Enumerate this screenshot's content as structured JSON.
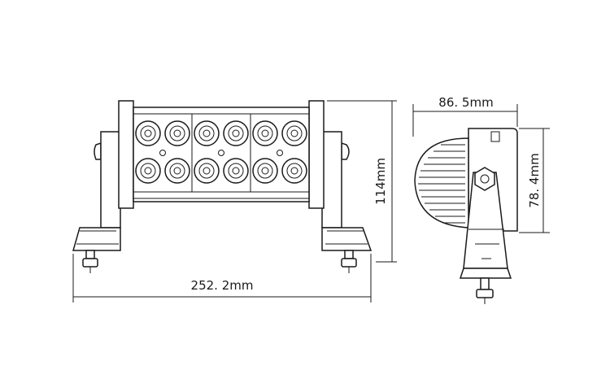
{
  "dimensions": {
    "width_label": "252. 2mm",
    "height_label": "114mm",
    "depth_label": "86. 5mm",
    "side_height_label": "78. 4mm"
  },
  "front_view": {
    "led_rows": 2,
    "led_columns": 6
  }
}
